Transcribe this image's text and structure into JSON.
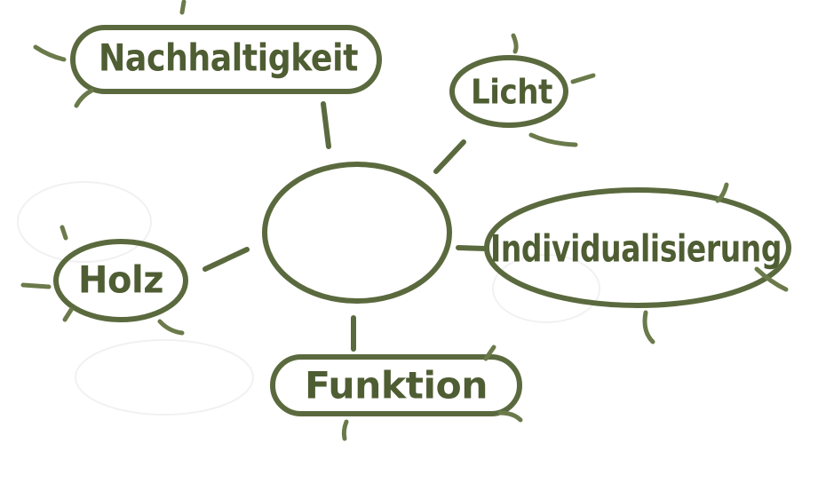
{
  "diagram": {
    "center_label": "",
    "nodes": [
      {
        "id": "nachhaltigkeit",
        "label": "Nachhaltigkeit"
      },
      {
        "id": "licht",
        "label": "Licht"
      },
      {
        "id": "individualisierung",
        "label": "Individualisierung"
      },
      {
        "id": "holz",
        "label": "Holz"
      },
      {
        "id": "funktion",
        "label": "Funktion"
      }
    ]
  },
  "colors": {
    "ink": "#5b6a3e",
    "text": "#4f5d33",
    "background": "#ffffff"
  }
}
